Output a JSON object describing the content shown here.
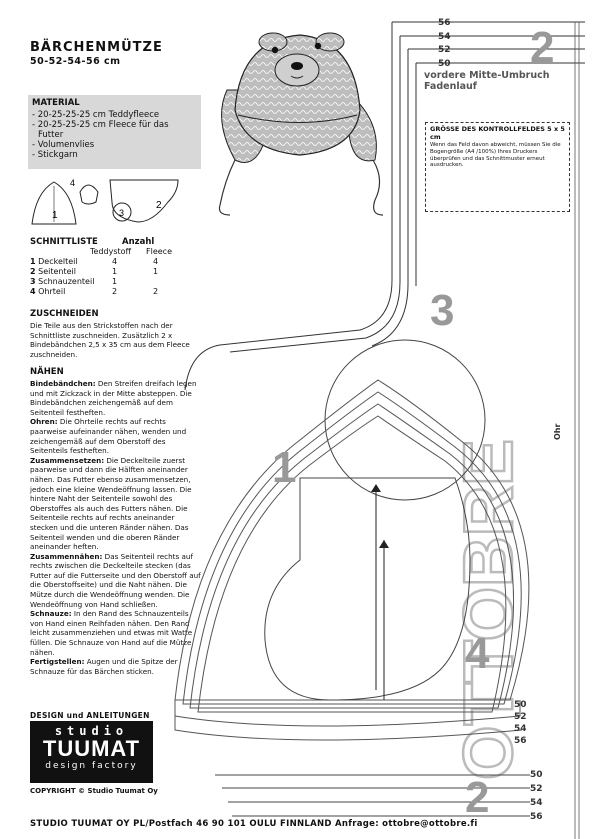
{
  "header": {
    "title": "BÄRCHENMÜTZE",
    "sizes": "50-52-54-56 cm"
  },
  "material": {
    "heading": "MATERIAL",
    "items": [
      "- 20-25-25-25 cm Teddyfleece",
      "- 20-25-25-25 cm Fleece für das",
      "  Futter",
      "- Volumenvlies",
      "- Stickgarn"
    ]
  },
  "piece_numbers": {
    "p1": "1",
    "p2": "2",
    "p3": "3",
    "p4": "4"
  },
  "schnittliste": {
    "heading": "SCHNITTLISTE",
    "anzahl": "Anzahl",
    "col_teddy": "Teddystoff",
    "col_fleece": "Fleece",
    "rows": [
      {
        "num": "1",
        "name": "Deckelteil",
        "teddy": "4",
        "fleece": "4"
      },
      {
        "num": "2",
        "name": "Seitenteil",
        "teddy": "1",
        "fleece": "1"
      },
      {
        "num": "3",
        "name": "Schnauzenteil",
        "teddy": "1",
        "fleece": ""
      },
      {
        "num": "4",
        "name": "Ohrteil",
        "teddy": "2",
        "fleece": "2"
      }
    ]
  },
  "zuschneiden": {
    "heading": "ZUSCHNEIDEN",
    "text": "Die Teile aus den Strickstoffen nach der Schnittliste zuschneiden. Zusätzlich 2 x Bindebändchen 2,5 x 35 cm aus dem Fleece zuschneiden."
  },
  "naehen": {
    "heading": "NÄHEN",
    "steps": [
      {
        "label": "Bindebändchen:",
        "text": " Den Streifen dreifach legen und mit Zickzack in der Mitte absteppen. Die Bindebändchen zeichengemäß auf dem Seitenteil festheften."
      },
      {
        "label": "Ohren:",
        "text": " Die Ohrteile rechts auf rechts paarweise aufeinander nähen, wenden und zeichengemäß auf dem Oberstoff des Seitenteils festheften."
      },
      {
        "label": "Zusammensetzen:",
        "text": " Die Deckelteile zuerst paarweise und dann die Hälften aneinander nähen. Das Futter ebenso zusammensetzen, jedoch eine kleine Wendeöffnung lassen. Die hintere Naht der Seitenteile sowohl des Oberstoffes als auch des Futters nähen. Die Seitenteile rechts auf rechts aneinander stecken und die unteren Ränder nähen. Das Seitenteil wenden und die oberen Ränder aneinander heften."
      },
      {
        "label": "Zusammennähen:",
        "text": " Das Seitenteil rechts auf rechts zwischen die Deckelteile stecken (das Futter auf die Futterseite und den Oberstoff auf die Oberstoffseite) und die Naht nähen. Die Mütze durch die Wendeöffnung wenden. Die Wendeöffnung von Hand schließen."
      },
      {
        "label": "Schnauze:",
        "text": " In den Rand des Schnauzenteils von Hand einen Reihfaden nähen. Den Rand leicht zusammenziehen und etwas mit Watte füllen. Die Schnauze von Hand auf die Mütze nähen."
      },
      {
        "label": "Fertigstellen:",
        "text": " Augen und die Spitze der Schnauze für das Bärchen sticken."
      }
    ]
  },
  "credits": {
    "design": "DESIGN und ANLEITUNGEN",
    "logo_line1": "studio",
    "logo_line2": "TUUMAT",
    "logo_line3": "design factory",
    "copyright": "COPYRIGHT © Studio Tuumat Oy"
  },
  "footer": {
    "text": "STUDIO TUUMAT OY    PL/Postfach 46    90 101 OULU   FINNLAND   Anfrage: ottobre@ottobre.fi"
  },
  "pattern": {
    "vordere_mitte": "vordere Mitte-Umbruch",
    "fadenlauf": "Fadenlauf",
    "kontroll_title": "GRÖSSE DES KONTROLLFELDES 5 x 5 cm",
    "kontroll_text": "Wenn das Feld davon abweicht, müssen Sie die Bogengröße (A4 /100%) Ihres Druckers überprüfen und das Schnittmuster erneut ausdrucken.",
    "top_sizes": [
      "56",
      "54",
      "52",
      "50"
    ],
    "mid_sizes": [
      "50",
      "52",
      "54",
      "56"
    ],
    "bottom_sizes": [
      "50",
      "52",
      "54",
      "56"
    ],
    "big_numbers": {
      "top": "2",
      "circle": "3",
      "deckel": "1",
      "ohr": "4",
      "bottom": "2"
    },
    "ohr_label": "Ohr",
    "watermark": "OTTOBRE"
  },
  "colors": {
    "gray_box": "#d8d8d8",
    "big_number_gray": "#999999",
    "logo_bg": "#111111"
  }
}
